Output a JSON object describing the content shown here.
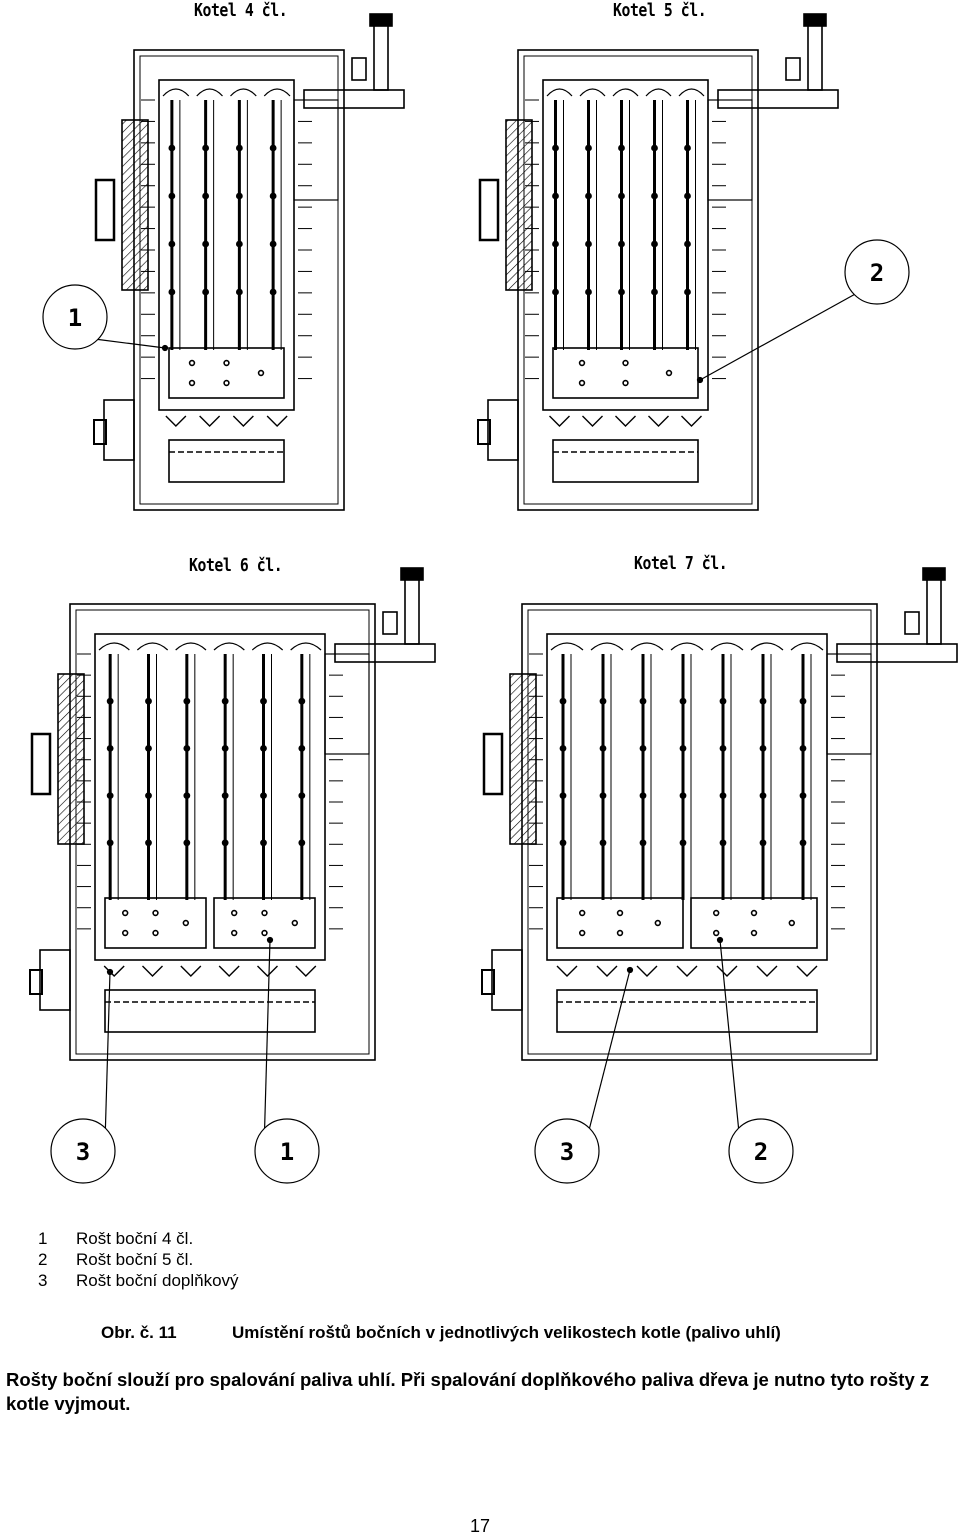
{
  "drawings": [
    {
      "title": "Kotel 4 čl."
    },
    {
      "title": "Kotel 5 čl."
    },
    {
      "title": "Kotel 6 čl."
    },
    {
      "title": "Kotel 7 čl."
    }
  ],
  "callouts": [
    "1",
    "2",
    "3",
    "1",
    "3",
    "2"
  ],
  "legend": [
    {
      "num": "1",
      "text": "Rošt boční 4 čl."
    },
    {
      "num": "2",
      "text": "Rošt boční 5 čl."
    },
    {
      "num": "3",
      "text": "Rošt boční doplňkový"
    }
  ],
  "figure": {
    "label": "Obr. č. 11",
    "caption": "Umístění roštů bočních v jednotlivých velikostech kotle (palivo uhlí)"
  },
  "body_text": "Rošty boční slouží pro spalování paliva uhlí. Při spalování doplňkového paliva dřeva je nutno tyto rošty z kotle vyjmout.",
  "page_number": "17"
}
